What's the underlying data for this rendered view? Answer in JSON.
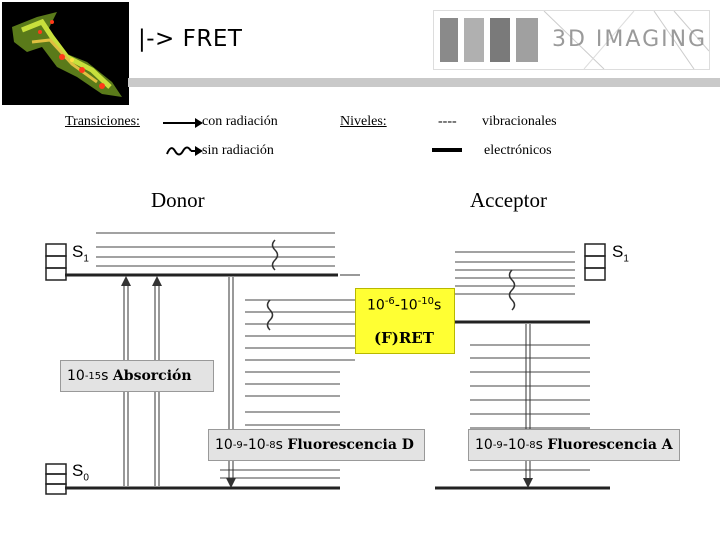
{
  "title": "|-> FRET",
  "brand": {
    "text": "3D IMAGING"
  },
  "legend": {
    "transitions_label": "Transiciones:",
    "with_radiation": "con radiación",
    "without_radiation": "sin radiación",
    "levels_label": "Niveles:",
    "dashes": "----",
    "vibrational": "vibracionales",
    "electronic": "electrónicos"
  },
  "donor": {
    "heading": "Donor",
    "s1": "S",
    "s1_sub": "1",
    "s0": "S",
    "s0_sub": "0"
  },
  "acceptor": {
    "heading": "Acceptor",
    "s1": "S",
    "s1_sub": "1"
  },
  "boxes": {
    "fret_time_base1": "10",
    "fret_time_exp1": "-6",
    "fret_time_sep": "-10",
    "fret_time_exp2": "-10",
    "fret_time_unit": "s",
    "fret_name": "(F)RET",
    "abs_base": "10",
    "abs_exp": "-15",
    "abs_unit": "s",
    "abs_name": "Absorción",
    "flD_base1": "10",
    "flD_exp1": "-9",
    "flD_sep": "-10",
    "flD_exp2": "-8",
    "flD_unit": "s",
    "flD_name": "Fluorescencia D",
    "flA_base1": "10",
    "flA_exp1": "-9",
    "flA_sep": "-10",
    "flA_exp2": "-8",
    "flA_unit": "s",
    "flA_name": "Fluorescencia A"
  },
  "colors": {
    "fret_box": "#ffff33",
    "label_box": "#e3e3e3",
    "bar": "#c9c9c9"
  }
}
